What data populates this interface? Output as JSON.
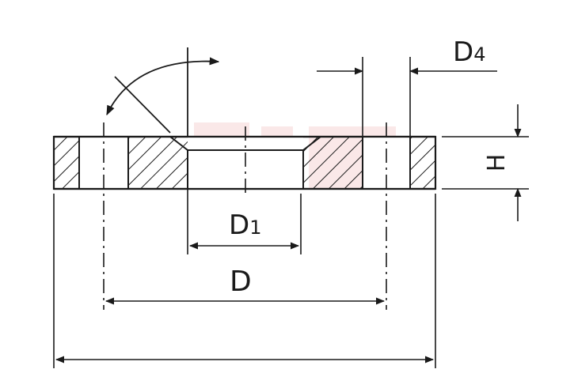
{
  "labels": {
    "d4": "D4",
    "h": "H",
    "d1": "D1",
    "d": "D"
  },
  "watermark": {
    "color": "#f2c8c8"
  },
  "colors": {
    "line": "#1a1a1a",
    "background": "#ffffff"
  }
}
